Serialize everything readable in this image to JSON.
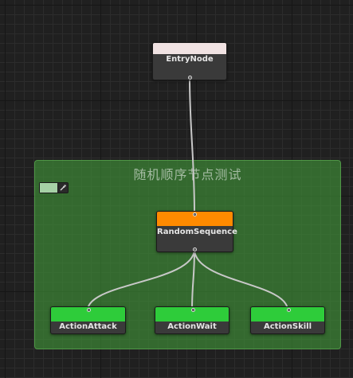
{
  "group": {
    "title": "随机顺序节点测试",
    "swatch_color": "#a6d1a6",
    "background": "#409638"
  },
  "nodes": {
    "entry": {
      "label": "EntryNode",
      "header_color": "#f0e2e2"
    },
    "random_sequence": {
      "label": "RandomSequence",
      "header_color": "#ff8a00"
    },
    "action_attack": {
      "label": "ActionAttack",
      "header_color": "#2ecc3a"
    },
    "action_wait": {
      "label": "ActionWait",
      "header_color": "#2ecc3a"
    },
    "action_skill": {
      "label": "ActionSkill",
      "header_color": "#2ecc3a"
    }
  },
  "connection_color": "#c8c8c8"
}
